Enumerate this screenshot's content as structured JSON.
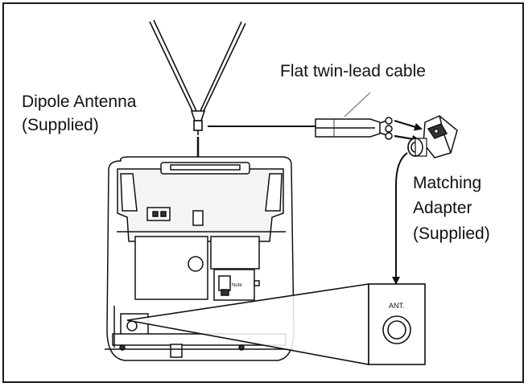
{
  "labels": {
    "cable": "Flat twin-lead cable",
    "antenna_line1": "Dipole Antenna",
    "antenna_line2": "(Supplied)",
    "adapter_line1": "Matching",
    "adapter_line2": "Adapter",
    "adapter_line3": "(Supplied)",
    "ant_jack": "ANT.",
    "small_tag": "Note"
  },
  "colors": {
    "line": "#111111",
    "panel_shade": "#f4f4f4",
    "background": "#ffffff"
  }
}
